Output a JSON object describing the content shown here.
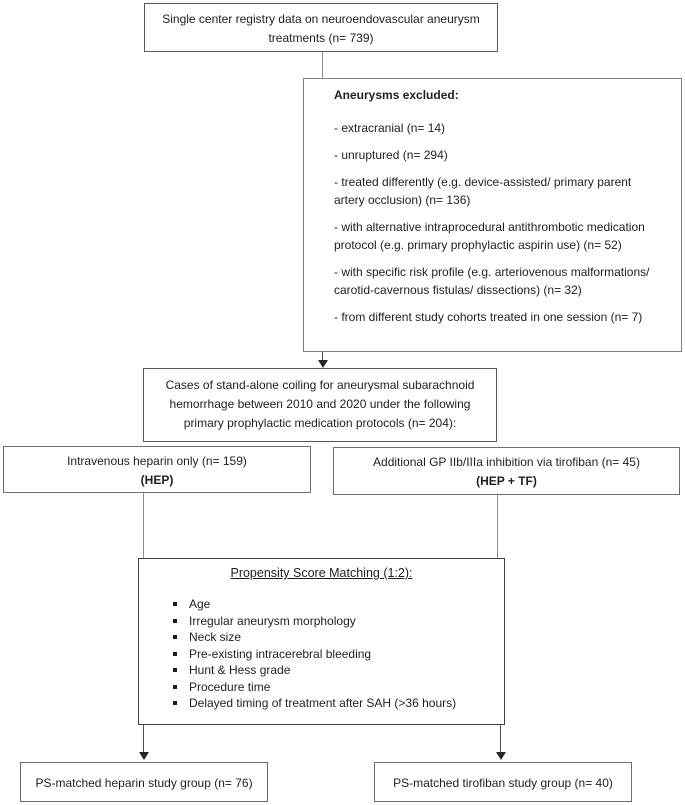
{
  "page": {
    "background": "#ffffff",
    "text_color": "#1f1f1f",
    "border_color": "#6e6e6e",
    "connector_color": "#8c8c8c",
    "arrow_color": "#262626"
  },
  "boxes": {
    "registry": {
      "text": "Single center registry data on neuroendovascular aneurysm\ntreatments (n= 739)"
    },
    "excluded": {
      "title": "Aneurysms excluded:",
      "items": [
        "- extracranial (n= 14)",
        "- unruptured (n= 294)",
        "- treated differently (e.g. device-assisted/ primary parent\nartery occlusion) (n= 136)",
        "- with alternative intraprocedural antithrombotic medication\nprotocol (e.g. primary prophylactic aspirin use) (n= 52)",
        "- with specific risk profile (e.g. arteriovenous malformations/\ncarotid-cavernous fistulas/ dissections) (n= 32)",
        "- from different study cohorts treated in one session (n= 7)"
      ]
    },
    "cases": {
      "text": "Cases of stand-alone coiling for aneurysmal subarachnoid\nhemorrhage between 2010 and 2020 under the following\nprimary prophylactic medication protocols (n= 204):"
    },
    "heparin": {
      "line1": "Intravenous heparin only (n= 159)",
      "line2": "(HEP)"
    },
    "tirofiban": {
      "line1": "Additional GP IIb/IIIa inhibition via tirofiban (n= 45)",
      "line2": "(HEP + TF)"
    },
    "psm": {
      "title": "Propensity Score Matching (1:2):",
      "items": [
        "Age",
        "Irregular aneurysm morphology",
        "Neck size",
        "Pre-existing intracerebral bleeding",
        "Hunt & Hess grade",
        "Procedure time",
        "Delayed timing of treatment after SAH (>36 hours)"
      ]
    },
    "ps_heparin": {
      "text": "PS-matched heparin study group (n= 76)"
    },
    "ps_tirofiban": {
      "text": "PS-matched tirofiban study group (n= 40)"
    }
  }
}
